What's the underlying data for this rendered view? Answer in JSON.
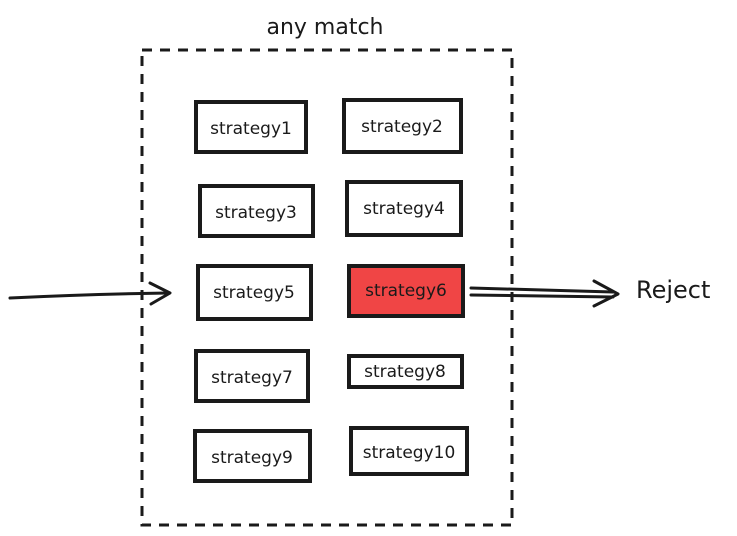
{
  "diagram": {
    "group_label": "any match",
    "strategies": [
      {
        "label": "strategy1",
        "highlighted": false
      },
      {
        "label": "strategy2",
        "highlighted": false
      },
      {
        "label": "strategy3",
        "highlighted": false
      },
      {
        "label": "strategy4",
        "highlighted": false
      },
      {
        "label": "strategy5",
        "highlighted": false
      },
      {
        "label": "strategy6",
        "highlighted": true
      },
      {
        "label": "strategy7",
        "highlighted": false
      },
      {
        "label": "strategy8",
        "highlighted": false
      },
      {
        "label": "strategy9",
        "highlighted": false
      },
      {
        "label": "strategy10",
        "highlighted": false
      }
    ],
    "outcome_label": "Reject",
    "colors": {
      "stroke": "#1a1a1a",
      "highlight_fill": "#f04545",
      "background": "#ffffff"
    }
  }
}
